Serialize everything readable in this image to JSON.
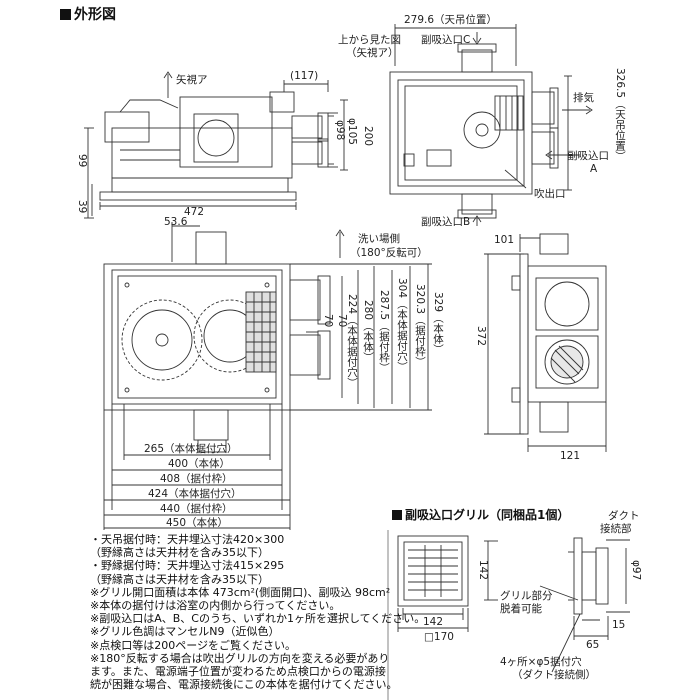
{
  "section_main": "外形図",
  "section_grille": "副吸込口グリル（同梱品1個）",
  "top_view": {
    "title_line1": "上から見た図",
    "title_line2": "（矢視ア）",
    "dim_hanging": "279.6（天吊位置）",
    "side_c": "副吸込口C",
    "exhaust": "排気",
    "side_a_line1": "副吸込口",
    "side_a_line2": "A",
    "outlet": "吹出口",
    "side_b": "副吸込口B",
    "dim_right": "326.5（天吊位置）"
  },
  "side_view": {
    "arrow_label": "矢視ア",
    "dim_117": "(117)",
    "dim_98": "φ98",
    "dim_105": "φ105",
    "dim_200": "200",
    "dim_99": "99",
    "dim_39": "39",
    "dim_472": "472"
  },
  "plan_view": {
    "dim_53_6": "53.6",
    "wash_line1": "洗い場側",
    "wash_line2": "（180°反転可）",
    "dim_70a": "70",
    "dim_70b": "70",
    "vdims": [
      "224（本体据付穴）",
      "280（本体）",
      "287.5（据付枠）",
      "304（本体据付穴）",
      "320.3（据付枠）",
      "329（本体）"
    ],
    "hdims": [
      "265（本体据付穴）",
      "400（本体）",
      "408（据付枠）",
      "424（本体据付穴）",
      "440（据付枠）",
      "450（本体）"
    ]
  },
  "front_view": {
    "dim_101": "101",
    "dim_372": "372",
    "dim_121": "121"
  },
  "grille": {
    "duct_line1": "ダクト",
    "duct_line2": "接続部",
    "dim_142v": "142",
    "dim_97": "φ97",
    "detach_line1": "グリル部分",
    "detach_line2": "脱着可能",
    "dim_142h": "142",
    "dim_170": "□170",
    "dim_15": "15",
    "dim_65": "65",
    "holes_line1": "4ヶ所×φ5据付穴",
    "holes_line2": "（ダクト接続側）"
  },
  "notes": [
    "・天吊据付時：天井埋込寸法420×300",
    "（野縁高さは天井材を含み35以下）",
    "・野縁据付時：天井埋込寸法415×295",
    "（野縁高さは天井材を含み35以下）",
    "※グリル開口面積は本体 473cm²(側面開口)、副吸込 98cm²",
    "※本体の据付けは浴室の内側から行ってください。",
    "※副吸込口はA、B、Cのうち、いずれか1ヶ所を選択してください。",
    "※グリル色調はマンセルN9（近似色）",
    "※点検口等は200ページをご覧ください。",
    "※180°反転する場合は吹出グリルの方向を変える必要があり",
    "ます。また、電源端子位置が変わるため点検口からの電源接",
    "続が困難な場合、電源接続後にこの本体を据付けてください。"
  ]
}
